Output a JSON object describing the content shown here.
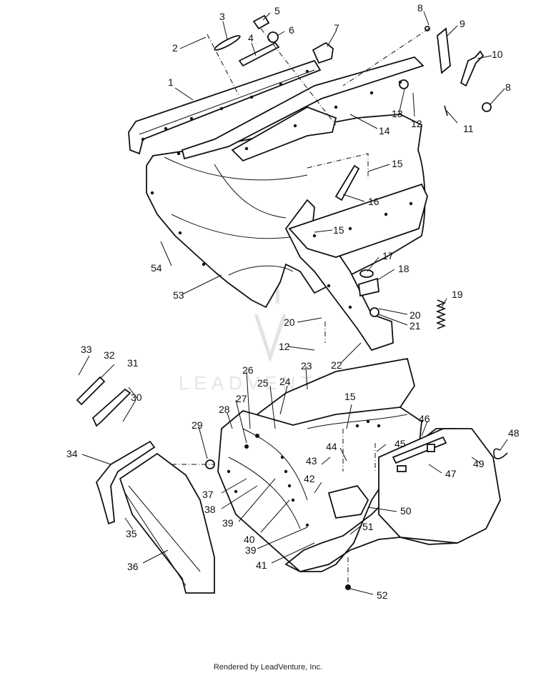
{
  "callouts": [
    "1",
    "2",
    "3",
    "4",
    "5",
    "6",
    "7",
    "8",
    "8",
    "9",
    "10",
    "11",
    "12",
    "12",
    "13",
    "14",
    "15",
    "15",
    "15",
    "16",
    "17",
    "18",
    "19",
    "20",
    "20",
    "21",
    "22",
    "23",
    "24",
    "25",
    "26",
    "27",
    "28",
    "29",
    "30",
    "31",
    "32",
    "33",
    "34",
    "35",
    "36",
    "37",
    "38",
    "39",
    "39",
    "40",
    "41",
    "42",
    "43",
    "44",
    "45",
    "46",
    "47",
    "48",
    "49",
    "50",
    "51",
    "52",
    "53",
    "54"
  ],
  "watermark": {
    "text": "LEADVENTURE"
  },
  "footer": {
    "text": "Rendered by LeadVenture, Inc."
  }
}
